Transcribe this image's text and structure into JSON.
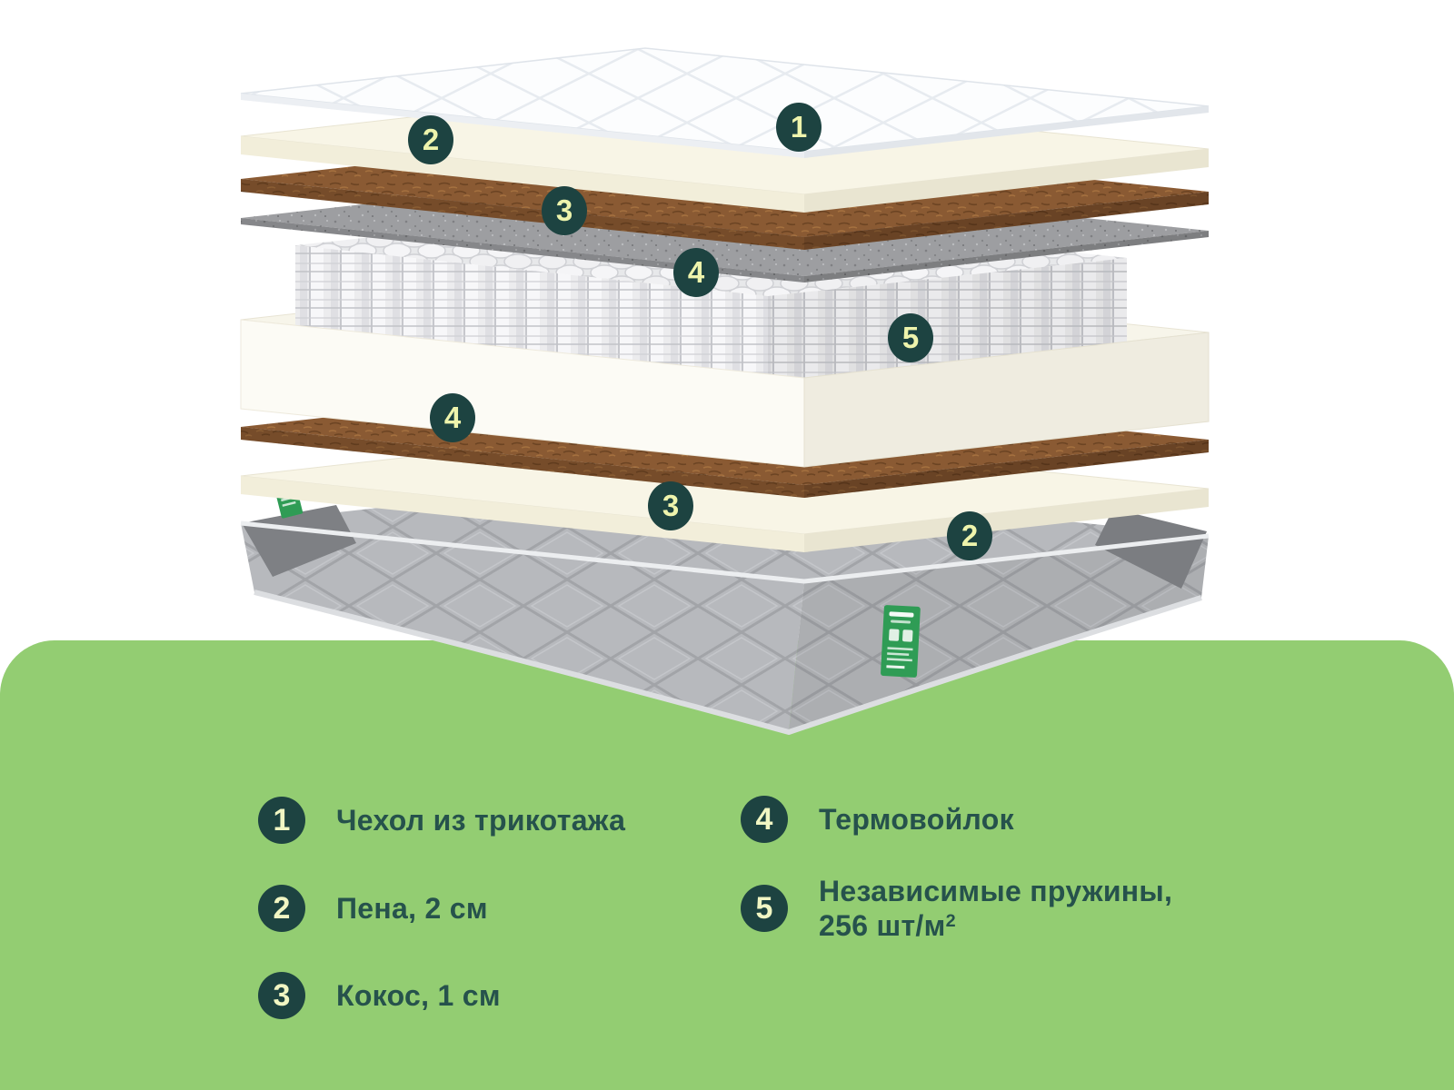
{
  "diagram": {
    "badges": [
      {
        "label": "1"
      },
      {
        "label": "2"
      },
      {
        "label": "3"
      },
      {
        "label": "4"
      },
      {
        "label": "5"
      },
      {
        "label": "4"
      },
      {
        "label": "3"
      },
      {
        "label": "2"
      }
    ]
  },
  "legend": {
    "items": [
      {
        "num": "1",
        "label": "Чехол из трикотажа"
      },
      {
        "num": "2",
        "label": "Пена, 2 см"
      },
      {
        "num": "3",
        "label": "Кокос, 1 см"
      },
      {
        "num": "4",
        "label": "Термовойлок"
      },
      {
        "num": "5",
        "label_line1": "Независимые пружины,",
        "label_line2": "256 шт/м",
        "label_sup": "2"
      }
    ]
  },
  "colors": {
    "panel_green": "#93cd72",
    "badge_teal": "#1d4341",
    "badge_number_yellow": "#eef4ac",
    "legend_text_teal": "#26524c",
    "brand_tag_green": "#2f9c55",
    "coconut_brown": "#8a5a33",
    "felt_gray": "#9d9ea1",
    "foam_cream": "#f7f4e3",
    "springs_white": "#ededef",
    "base_cover_gray": "#b7b9bd",
    "top_cover_white": "#fdfdfe"
  }
}
